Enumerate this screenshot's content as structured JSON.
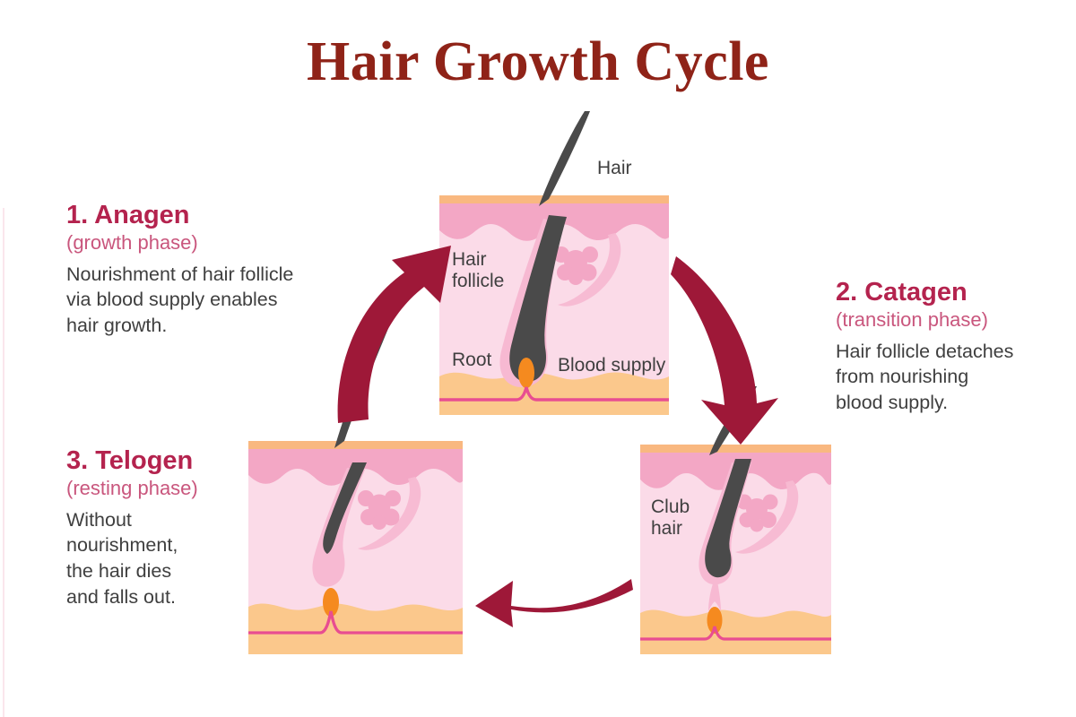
{
  "page": {
    "title": "Hair Growth Cycle",
    "background_color": "#ffffff"
  },
  "colors": {
    "title": "#8f2318",
    "phase_heading": "#b4234e",
    "phase_subtitle": "#c9567d",
    "body_text": "#3f3f3f",
    "arrow": "#9e1838",
    "hair_shaft": "#4a4a4a",
    "epidermis_pink": "#f3a7c5",
    "dermis_pink": "#fbdbe8",
    "fat_orange": "#fbc88c",
    "top_orange": "#f9b880",
    "follicle_pink": "#f7b9d2",
    "papilla_orange": "#f58a1f",
    "blood_vessel": "#e84d91"
  },
  "phases": [
    {
      "id": "anagen",
      "heading": "1. Anagen",
      "subtitle": "(growth phase)",
      "body": "Nourishment of hair follicle\nvia blood supply enables\nhair growth."
    },
    {
      "id": "catagen",
      "heading": "2. Catagen",
      "subtitle": "(transition phase)",
      "body": "Hair follicle detaches\nfrom nourishing\nblood supply."
    },
    {
      "id": "telogen",
      "heading": "3. Telogen",
      "subtitle": "(resting phase)",
      "body": "Without\nnourishment,\nthe hair dies\nand falls out."
    }
  ],
  "diagram_labels": {
    "hair": "Hair",
    "hair_follicle": "Hair\nfollicle",
    "root": "Root",
    "blood_supply": "Blood supply",
    "club_hair": "Club\nhair"
  },
  "arrows": [
    {
      "id": "arrow-telogen-to-anagen",
      "direction": "up-right",
      "from": "telogen",
      "to": "anagen"
    },
    {
      "id": "arrow-anagen-to-catagen",
      "direction": "down-right",
      "from": "anagen",
      "to": "catagen"
    },
    {
      "id": "arrow-catagen-to-telogen",
      "direction": "left",
      "from": "catagen",
      "to": "telogen"
    }
  ]
}
